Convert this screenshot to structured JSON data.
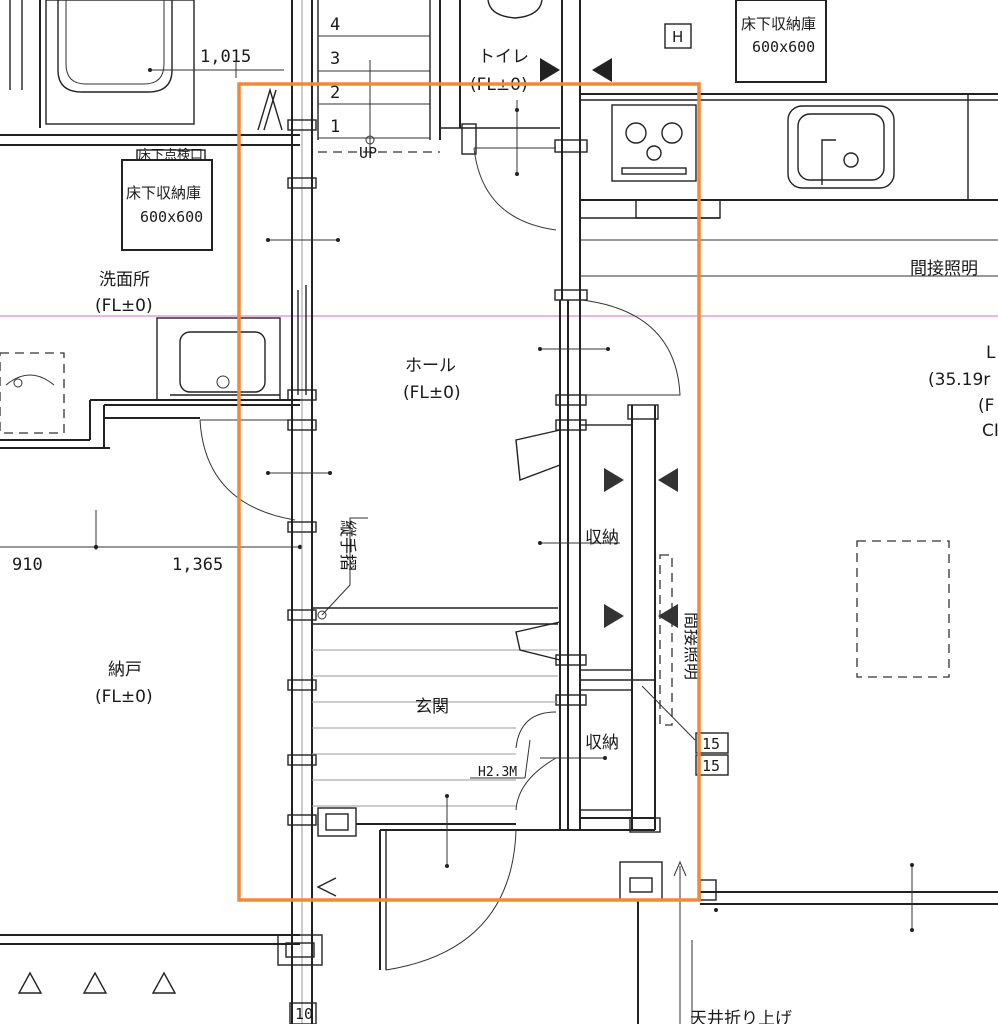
{
  "rooms": {
    "toilet": {
      "name": "トイレ",
      "level": "(FL±0)"
    },
    "wash": {
      "name": "洗面所",
      "level": "(FL±0)"
    },
    "hall": {
      "name": "ホール",
      "level": "(FL±0)"
    },
    "storage_room": {
      "name": "納戸",
      "level": "(FL±0)"
    },
    "entrance": {
      "name": "玄関"
    },
    "living": {
      "name": "L",
      "area": "(35.19r",
      "level": "(F",
      "ceiling": "CI"
    }
  },
  "labels": {
    "underfloor_storage_1": "床下収納庫",
    "underfloor_storage_1_size": "600x600",
    "underfloor_storage_2": "床下収納庫",
    "underfloor_storage_2_size": "600x600",
    "underfloor_inspection": "床下点検口",
    "storage_1": "収納",
    "storage_2": "収納",
    "handrail": "縦手摺",
    "indirect_light_1": "間接照明",
    "indirect_light_2": "間接照明",
    "ceiling_fold": "天井折り上げ",
    "stair_up": "UP",
    "h_mark": "H",
    "door_height": "H2.3M"
  },
  "dimensions": {
    "d1015": "1,015",
    "d910": "910",
    "d1365": "1,365"
  },
  "stair_steps": [
    "4",
    "3",
    "2",
    "1"
  ],
  "tags": {
    "tag_top": "15",
    "tag_bottom": "15",
    "tag_wall": "10"
  },
  "colors": {
    "highlight": "#f0893a",
    "guide_line": "#d070c8",
    "ink": "#222222"
  }
}
